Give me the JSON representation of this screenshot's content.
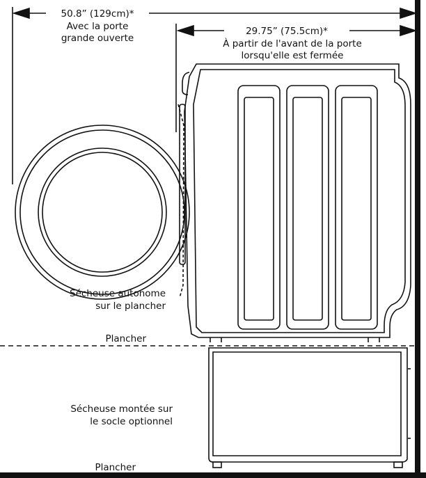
{
  "colors": {
    "ink": "#111111",
    "background": "#ffffff"
  },
  "dimensions": {
    "overall": {
      "value": "50.8” (129cm)*",
      "note_line1": "Avec la porte",
      "note_line2": "grande ouverte"
    },
    "depth": {
      "value": "29.75” (75.5cm)*",
      "note_line1": "À partir de l'avant de la porte",
      "note_line2": "lorsqu'elle est fermée"
    }
  },
  "labels": {
    "standalone_line1": "Sécheuse autonome",
    "standalone_line2": "sur le plancher",
    "floor_top": "Plancher",
    "pedestal_line1": "Sécheuse montée sur",
    "pedestal_line2": "le socle optionnel",
    "floor_bottom": "Plancher"
  }
}
